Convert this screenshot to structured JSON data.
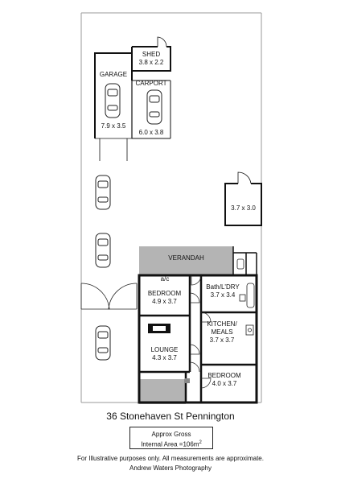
{
  "rooms": {
    "shed": {
      "name": "SHED",
      "size": "3.8 x 2.2"
    },
    "garage": {
      "name": "GARAGE",
      "size": "7.9 x 3.5"
    },
    "carport": {
      "name": "CARPORT",
      "size": "6.0 x 3.8"
    },
    "outbuilding": {
      "size": "3.7 x 3.0"
    },
    "verandah": {
      "name": "VERANDAH"
    },
    "bedroom1": {
      "name": "BEDROOM",
      "size": "4.9 x 3.7",
      "note": "a/c"
    },
    "lounge": {
      "name": "LOUNGE",
      "size": "4.3 x 3.7"
    },
    "bath": {
      "name": "Bath/L'DRY",
      "size": "3.7 x 3.4"
    },
    "kitchen": {
      "name": "KITCHEN/",
      "name2": "MEALS",
      "size": "3.7 x 3.7"
    },
    "bedroom2": {
      "name": "BEDROOM",
      "size": "4.0 x 3.7"
    }
  },
  "address": "36 Stonehaven St Pennington",
  "area": {
    "line1": "Approx Gross",
    "line2": "Internal Area =106m",
    "sup": "2"
  },
  "footer": {
    "disclaimer": "For Illustrative purposes only. All measurements are approximate.",
    "credit": "Andrew Waters Photography"
  },
  "colors": {
    "wall": "#111111",
    "grey_area": "#b4b4b4",
    "boundary": "#9a9a9a"
  }
}
